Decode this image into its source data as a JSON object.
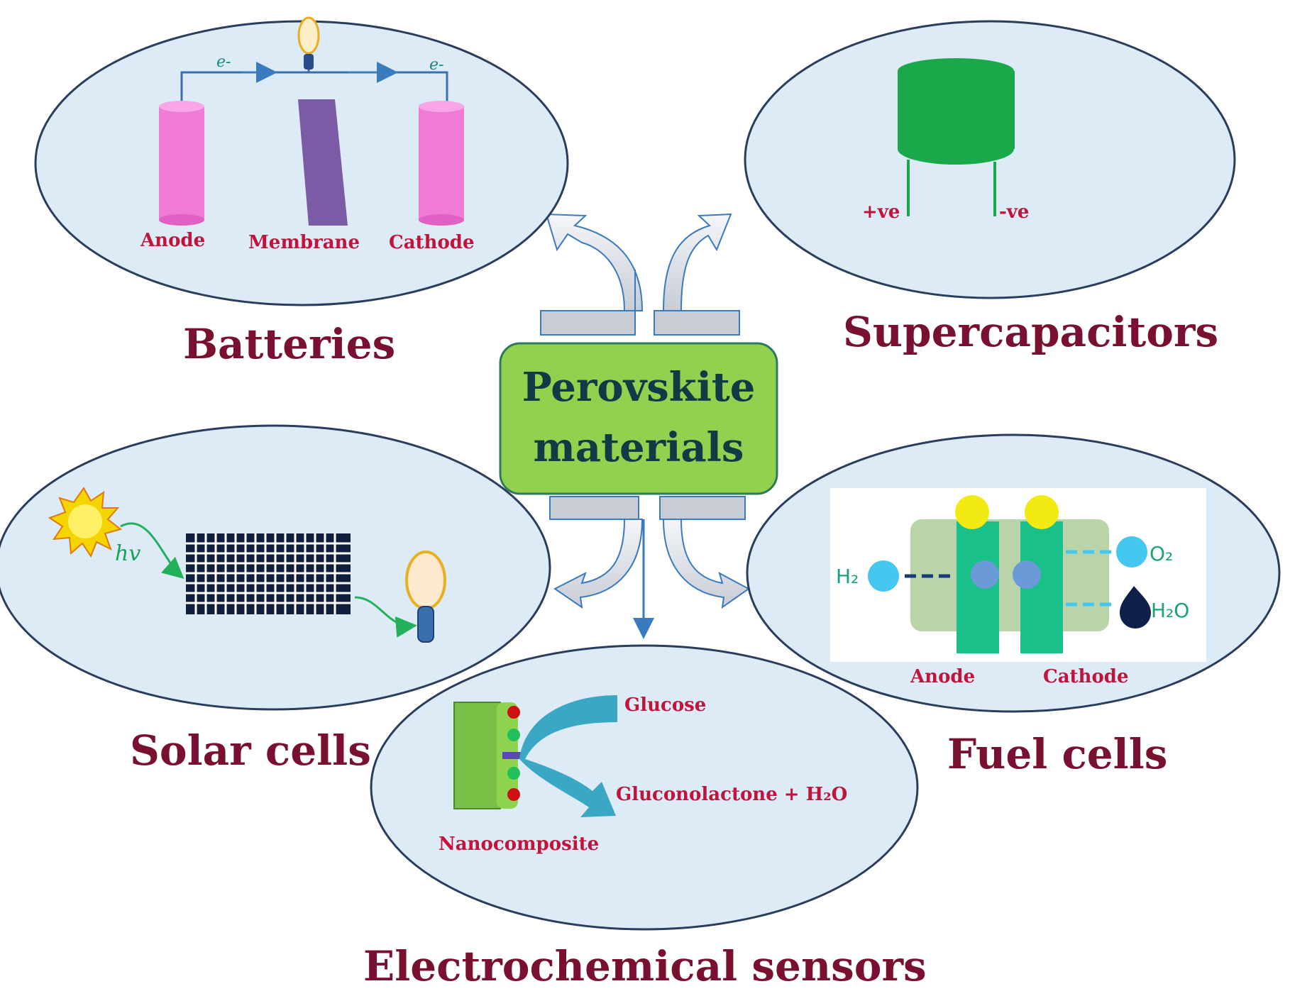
{
  "center": {
    "line1": "Perovskite",
    "line2": "materials"
  },
  "batteries": {
    "title": "Batteries",
    "anode": "Anode",
    "membrane": "Membrane",
    "cathode": "Cathode",
    "electron_left": "e-",
    "electron_right": "e-"
  },
  "supercapacitors": {
    "title": "Supercapacitors",
    "positive": "+ve",
    "negative": "-ve"
  },
  "solar": {
    "title": "Solar cells",
    "hv": "hv"
  },
  "fuel": {
    "title": "Fuel cells",
    "h2": "H₂",
    "o2": "O₂",
    "h2o": "H₂O",
    "anode": "Anode",
    "cathode": "Cathode"
  },
  "sensors": {
    "title": "Electrochemical sensors",
    "glucose": "Glucose",
    "product": "Gluconolactone + H₂O",
    "nanocomposite": "Nanocomposite"
  },
  "colors": {
    "ellipse_fill": "#dcebf5",
    "ellipse_stroke": "#2a3d5c",
    "center_fill": "#92d050",
    "label_red": "#c0143c",
    "title_maroon": "#7a1030",
    "pink": "#f07ad8",
    "membrane": "#7b5aa6",
    "capacitor_green": "#1aa84a",
    "fuel_teal": "#19c08a",
    "fuel_bg": "#b8d4a8"
  }
}
